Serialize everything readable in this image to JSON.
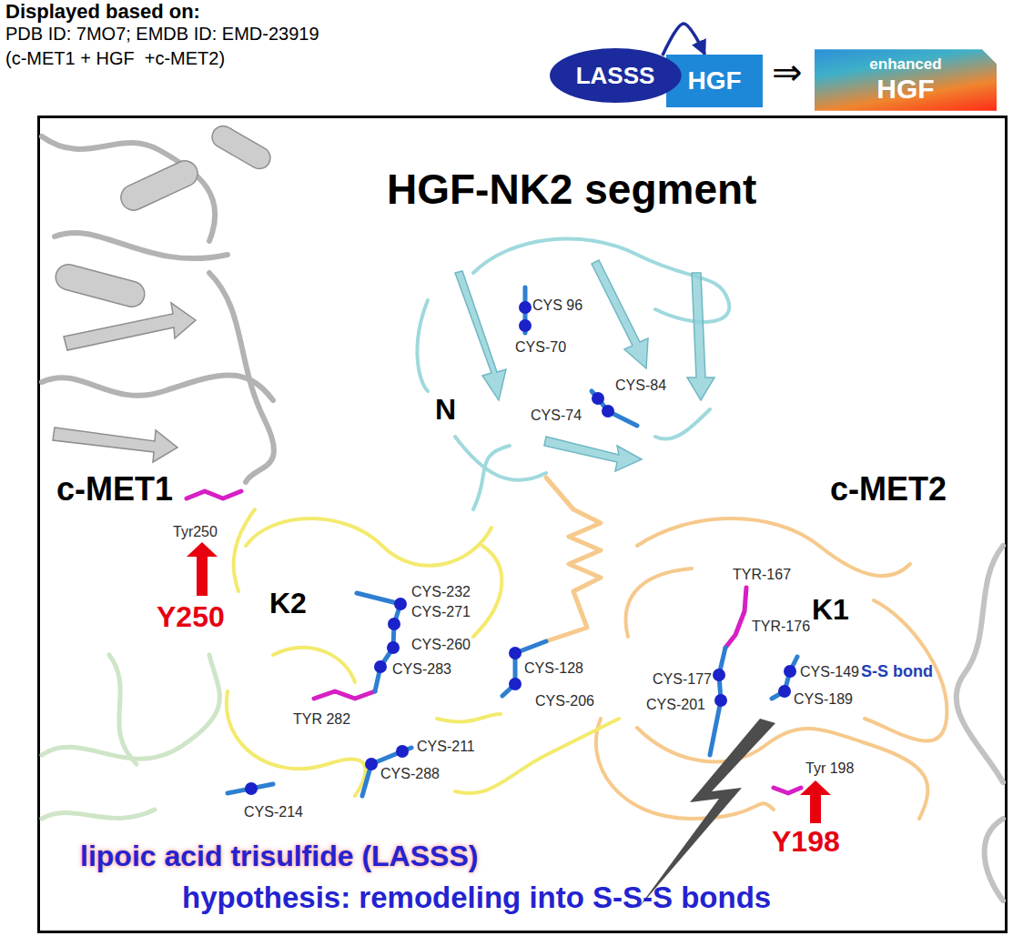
{
  "diagram": {
    "title": "HGF-NK2 segment",
    "nodes": [
      {
        "text": [
          "LASSS"
        ]
      },
      {
        "text": [
          "HGF"
        ]
      },
      {
        "text": [
          "enhanced",
          "HGF"
        ]
      }
    ],
    "edges": [
      {
        "from": 0,
        "to": 1,
        "arrow": "to"
      }
    ],
    "labels": [
      "Displayed based on:",
      "PDB ID: 7MO7; EMDB ID: EMD-23919",
      "(c-MET1 + HGF  +c-MET2)",
      "⇒",
      "CYS 96",
      "CYS-70",
      "CYS-84",
      "N",
      "CYS-74",
      "c-MET1",
      "c-MET2",
      "Tyr250",
      "TYR-167",
      "Y250",
      "K2",
      "CYS-232",
      "CYS-271",
      "K1",
      "TYR-176",
      "CYS-260",
      "CYS-128",
      "CYS-283",
      "CYS-177",
      "CYS-149",
      "S-S bond",
      "CYS-206",
      "CYS-201",
      "CYS-189",
      "TYR 282",
      "CYS-211",
      "Tyr 198",
      "CYS-288",
      "CYS-214",
      "Y198",
      "lipoic acid trisulfide (LASSS)",
      "hypothesis: remodeling into S-S-S bonds"
    ]
  }
}
